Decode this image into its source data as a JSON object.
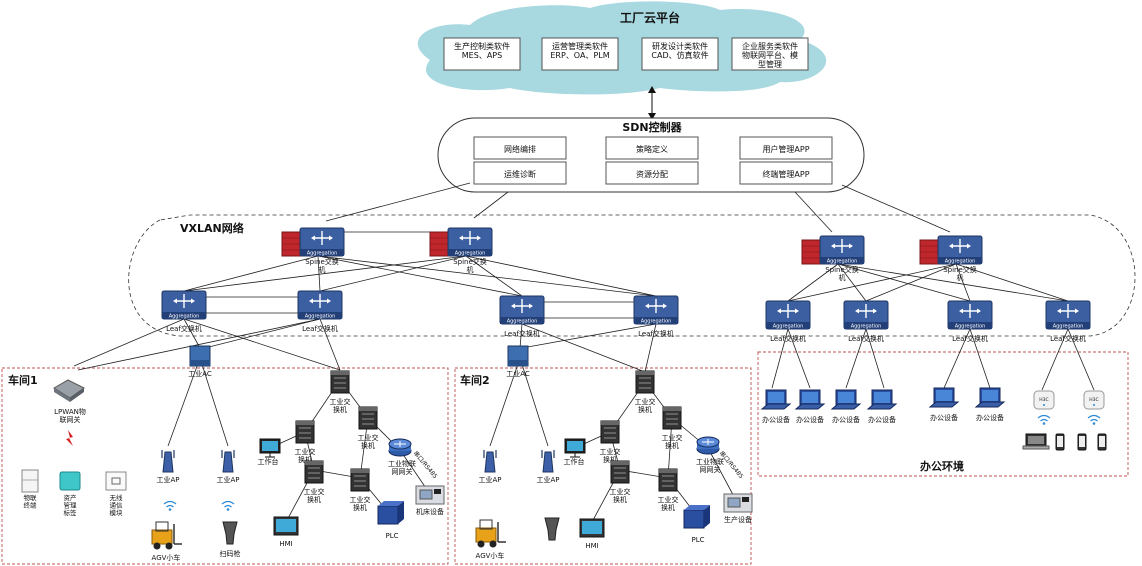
{
  "cloud": {
    "title": "工厂云平台",
    "boxes": [
      [
        "生产控制类软件",
        "MES、APS"
      ],
      [
        "运营管理类软件",
        "ERP、OA、PLM"
      ],
      [
        "研发设计类软件",
        "CAD、仿真软件"
      ],
      [
        "企业服务类软件",
        "物联网平台、模",
        "型管理"
      ]
    ]
  },
  "sdn": {
    "title": "SDN控制器",
    "buttons": [
      "网络编排",
      "策略定义",
      "用户管理APP",
      "运维诊断",
      "资源分配",
      "终端管理APP"
    ]
  },
  "vxlan": {
    "title": "VXLAN网络",
    "spine_label": "Spine交换机",
    "leaf_label": "Leaf交换机",
    "aggregation": "Aggregation"
  },
  "workshop1": {
    "title": "车间1",
    "ac": "工业AC",
    "lpwan": "LPWAN物联网关",
    "lpwan_lines": [
      "LPWAN物",
      "联网关"
    ],
    "ap1": "工业AP",
    "ap2": "工业AP",
    "agv": "AGV小车",
    "scanner": "扫码枪",
    "iot_items": [
      [
        "物联",
        "终端"
      ],
      [
        "资产",
        "管理",
        "标签"
      ],
      [
        "无线",
        "通信",
        "模块"
      ]
    ],
    "switches": [
      "工业交换机",
      "工业交换机",
      "工业交换机",
      "工业交换机"
    ],
    "switch_lines": [
      "工业交",
      "换机"
    ],
    "workstation": "工作台",
    "gateway": "工业物联网网关",
    "gw_lines": [
      "工业物联",
      "网网关"
    ],
    "hmi": "HMI",
    "plc": "PLC",
    "machine": "机床设备",
    "serial": "串口/RS485"
  },
  "workshop2": {
    "title": "车间2",
    "ac": "工业AC",
    "ap1": "工业AP",
    "ap2": "工业AP",
    "agv": "AGV小车",
    "switch_lines": [
      "工业交",
      "换机"
    ],
    "workstation": "工作台",
    "gw_lines": [
      "工业物联",
      "网网关"
    ],
    "hmi": "HMI",
    "plc": "PLC",
    "machine": "生产设备",
    "serial": "串口/RS485"
  },
  "office": {
    "title": "办公环境",
    "device": "办公设备",
    "ap_badge": "H3C"
  },
  "colors": {
    "cloud": "#a8d8e0",
    "switch": "#3b5fa0",
    "firewall": "#c0272d",
    "dashed": "#c0504d"
  }
}
